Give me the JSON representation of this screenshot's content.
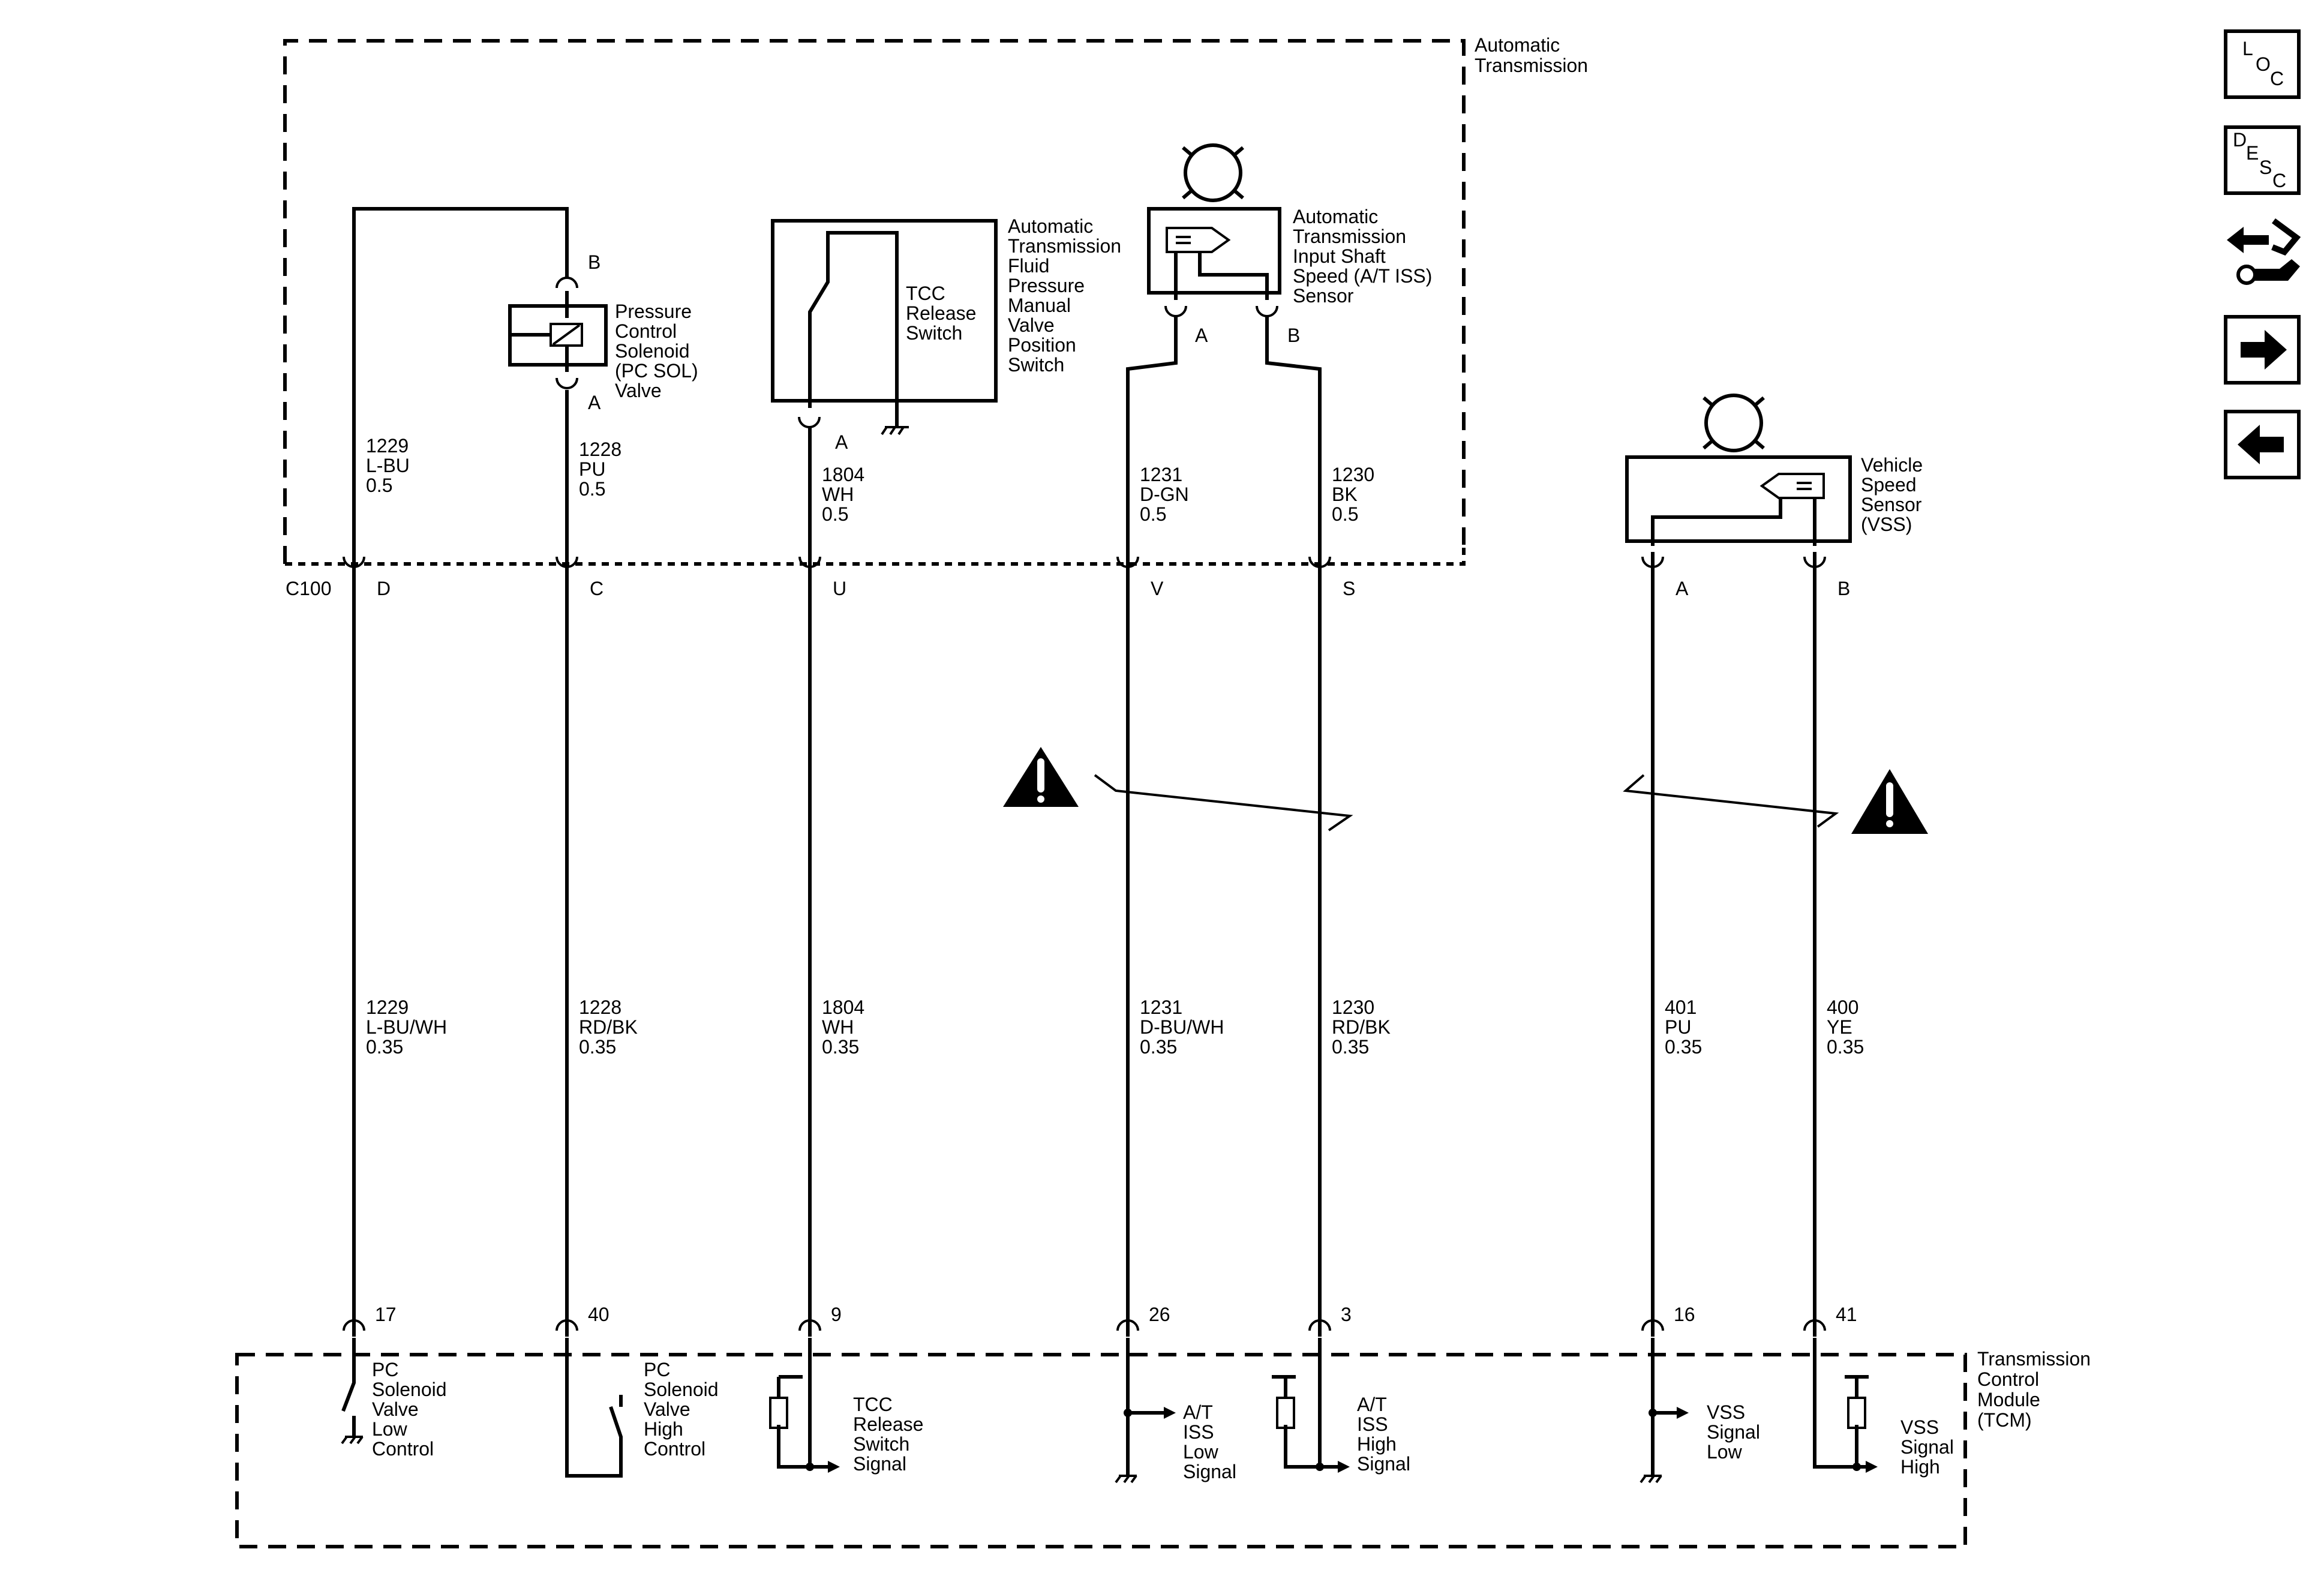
{
  "boxes": {
    "transmission": [
      "Automatic",
      "Transmission"
    ],
    "tcm": [
      "Transmission",
      "Control",
      "Module",
      "(TCM)"
    ]
  },
  "connector": "C100",
  "components": {
    "pc_sol": [
      "Pressure",
      "Control",
      "Solenoid",
      "(PC SOL)",
      "Valve"
    ],
    "pc_sol_pins": [
      "B",
      "A"
    ],
    "fluid_switch": [
      "Automatic",
      "Transmission",
      "Fluid",
      "Pressure",
      "Manual",
      "Valve",
      "Position",
      "Switch"
    ],
    "tcc_release_switch": [
      "TCC",
      "Release",
      "Switch"
    ],
    "fluid_switch_pin": "A",
    "iss": [
      "Automatic",
      "Transmission",
      "Input Shaft",
      "Speed (A/T ISS)",
      "Sensor"
    ],
    "iss_pins": [
      "A",
      "B"
    ],
    "vss": [
      "Vehicle",
      "Speed",
      "Sensor",
      "(VSS)"
    ]
  },
  "wires": [
    {
      "upper": [
        "1229",
        "L-BU",
        "0.5"
      ],
      "c100_pin": "D",
      "lower": [
        "1229",
        "L-BU/WH",
        "0.35"
      ],
      "tcm_pin": "17",
      "tcm_label": [
        "PC",
        "Solenoid",
        "Valve",
        "Low",
        "Control"
      ]
    },
    {
      "upper": [
        "1228",
        "PU",
        "0.5"
      ],
      "c100_pin": "C",
      "lower": [
        "1228",
        "RD/BK",
        "0.35"
      ],
      "tcm_pin": "40",
      "tcm_label": [
        "PC",
        "Solenoid",
        "Valve",
        "High",
        "Control"
      ]
    },
    {
      "upper": [
        "1804",
        "WH",
        "0.5"
      ],
      "c100_pin": "U",
      "lower": [
        "1804",
        "WH",
        "0.35"
      ],
      "tcm_pin": "9",
      "tcm_label": [
        "TCC",
        "Release",
        "Switch",
        "Signal"
      ]
    },
    {
      "upper": [
        "1231",
        "D-GN",
        "0.5"
      ],
      "c100_pin": "V",
      "lower": [
        "1231",
        "D-BU/WH",
        "0.35"
      ],
      "tcm_pin": "26",
      "tcm_label": [
        "A/T",
        "ISS",
        "Low",
        "Signal"
      ]
    },
    {
      "upper": [
        "1230",
        "BK",
        "0.5"
      ],
      "c100_pin": "S",
      "lower": [
        "1230",
        "RD/BK",
        "0.35"
      ],
      "tcm_pin": "3",
      "tcm_label": [
        "A/T",
        "ISS",
        "High",
        "Signal"
      ]
    },
    {
      "upper": [],
      "c100_pin": "A",
      "lower": [
        "401",
        "PU",
        "0.35"
      ],
      "tcm_pin": "16",
      "tcm_label": [
        "VSS",
        "Signal",
        "Low"
      ]
    },
    {
      "upper": [],
      "c100_pin": "B",
      "lower": [
        "400",
        "YE",
        "0.35"
      ],
      "tcm_pin": "41",
      "tcm_label": [
        "VSS",
        "Signal",
        "High"
      ]
    }
  ],
  "nav": {
    "loc": [
      "L",
      "O",
      "C"
    ],
    "desc": [
      "D",
      "E",
      "S",
      "C"
    ],
    "wrench_icon": "schematic-wrench-icon",
    "next_icon": "arrow-right-icon",
    "prev_icon": "arrow-left-icon"
  }
}
